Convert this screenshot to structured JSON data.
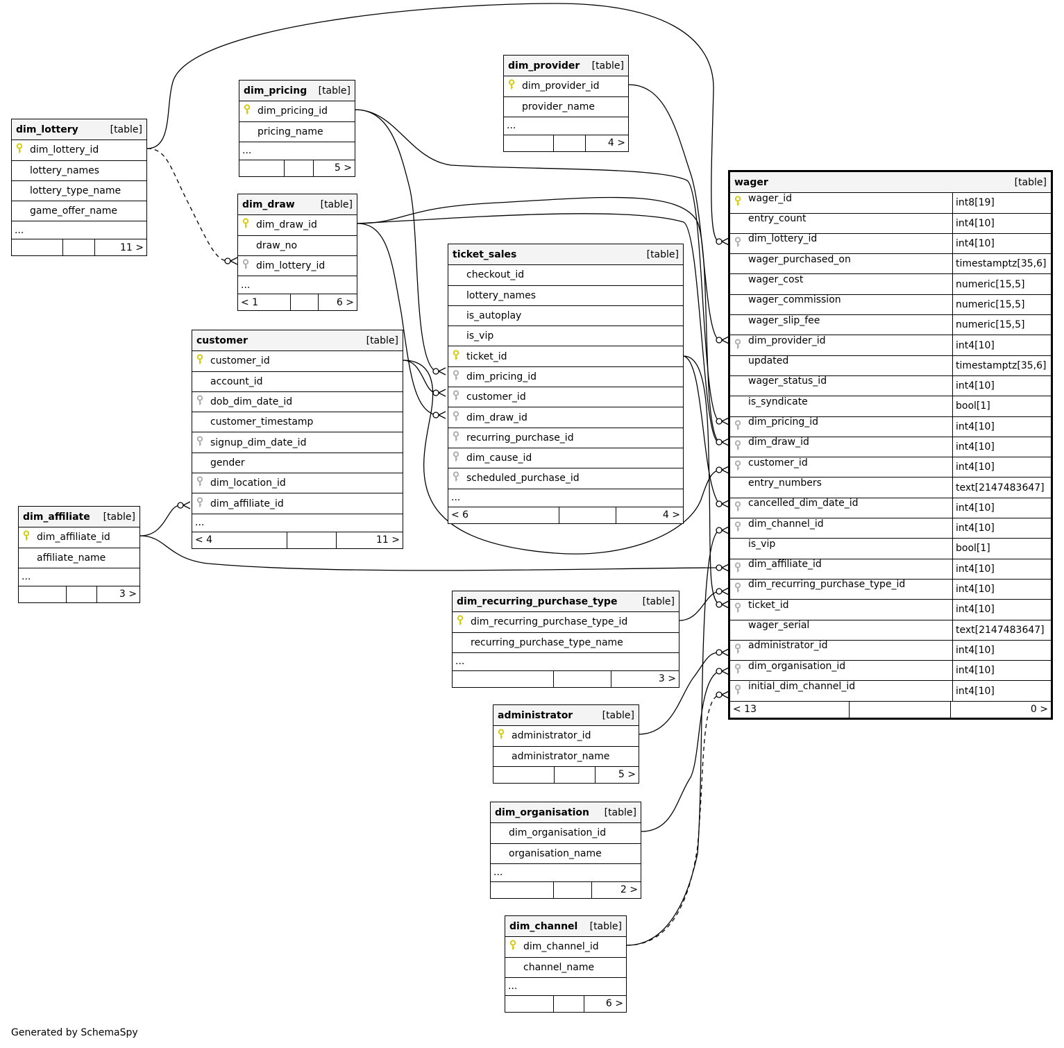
{
  "colors": {
    "pk_key": "#d4c800",
    "fk_key": "#aaaaaa",
    "header_bg": "#f4f4f4"
  },
  "footer": "Generated by SchemaSpy",
  "tables": {
    "dim_lottery": {
      "name": "dim_lottery",
      "type": "[table]",
      "columns": [
        {
          "name": "dim_lottery_id",
          "key": "pk"
        },
        {
          "name": "lottery_names",
          "key": ""
        },
        {
          "name": "lottery_type_name",
          "key": ""
        },
        {
          "name": "game_offer_name",
          "key": ""
        }
      ],
      "ellipsis": "...",
      "foot": [
        "",
        "",
        "11 >"
      ]
    },
    "dim_pricing": {
      "name": "dim_pricing",
      "type": "[table]",
      "columns": [
        {
          "name": "dim_pricing_id",
          "key": "pk"
        },
        {
          "name": "pricing_name",
          "key": ""
        }
      ],
      "ellipsis": "...",
      "foot": [
        "",
        "",
        "5 >"
      ]
    },
    "dim_draw": {
      "name": "dim_draw",
      "type": "[table]",
      "columns": [
        {
          "name": "dim_draw_id",
          "key": "pk"
        },
        {
          "name": "draw_no",
          "key": ""
        },
        {
          "name": "dim_lottery_id",
          "key": "fk"
        }
      ],
      "ellipsis": "...",
      "foot": [
        "< 1",
        "",
        "6 >"
      ]
    },
    "dim_provider": {
      "name": "dim_provider",
      "type": "[table]",
      "columns": [
        {
          "name": "dim_provider_id",
          "key": "pk"
        },
        {
          "name": "provider_name",
          "key": ""
        }
      ],
      "ellipsis": "...",
      "foot": [
        "",
        "",
        "4 >"
      ]
    },
    "ticket_sales": {
      "name": "ticket_sales",
      "type": "[table]",
      "columns": [
        {
          "name": "checkout_id",
          "key": ""
        },
        {
          "name": "lottery_names",
          "key": ""
        },
        {
          "name": "is_autoplay",
          "key": ""
        },
        {
          "name": "is_vip",
          "key": ""
        },
        {
          "name": "ticket_id",
          "key": "pk"
        },
        {
          "name": "dim_pricing_id",
          "key": "fk"
        },
        {
          "name": "customer_id",
          "key": "fk"
        },
        {
          "name": "dim_draw_id",
          "key": "fk"
        },
        {
          "name": "recurring_purchase_id",
          "key": "fk"
        },
        {
          "name": "dim_cause_id",
          "key": "fk"
        },
        {
          "name": "scheduled_purchase_id",
          "key": "fk"
        }
      ],
      "ellipsis": "...",
      "foot": [
        "< 6",
        "",
        "4 >"
      ]
    },
    "customer": {
      "name": "customer",
      "type": "[table]",
      "columns": [
        {
          "name": "customer_id",
          "key": "pk"
        },
        {
          "name": "account_id",
          "key": ""
        },
        {
          "name": "dob_dim_date_id",
          "key": "fk"
        },
        {
          "name": "customer_timestamp",
          "key": ""
        },
        {
          "name": "signup_dim_date_id",
          "key": "fk"
        },
        {
          "name": "gender",
          "key": ""
        },
        {
          "name": "dim_location_id",
          "key": "fk"
        },
        {
          "name": "dim_affiliate_id",
          "key": "fk"
        }
      ],
      "ellipsis": "...",
      "foot": [
        "< 4",
        "",
        "11 >"
      ]
    },
    "dim_affiliate": {
      "name": "dim_affiliate",
      "type": "[table]",
      "columns": [
        {
          "name": "dim_affiliate_id",
          "key": "pk"
        },
        {
          "name": "affiliate_name",
          "key": ""
        }
      ],
      "ellipsis": "...",
      "foot": [
        "",
        "",
        "3 >"
      ]
    },
    "dim_recurring_purchase_type": {
      "name": "dim_recurring_purchase_type",
      "type": "[table]",
      "columns": [
        {
          "name": "dim_recurring_purchase_type_id",
          "key": "pk"
        },
        {
          "name": "recurring_purchase_type_name",
          "key": ""
        }
      ],
      "ellipsis": "...",
      "foot": [
        "",
        "",
        "3 >"
      ]
    },
    "administrator": {
      "name": "administrator",
      "type": "[table]",
      "columns": [
        {
          "name": "administrator_id",
          "key": "pk"
        },
        {
          "name": "administrator_name",
          "key": ""
        }
      ],
      "ellipsis": "",
      "foot": [
        "",
        "",
        "5 >"
      ]
    },
    "dim_organisation": {
      "name": "dim_organisation",
      "type": "[table]",
      "columns": [
        {
          "name": "dim_organisation_id",
          "key": ""
        },
        {
          "name": "organisation_name",
          "key": ""
        }
      ],
      "ellipsis": "...",
      "foot": [
        "",
        "",
        "2 >"
      ]
    },
    "dim_channel": {
      "name": "dim_channel",
      "type": "[table]",
      "columns": [
        {
          "name": "dim_channel_id",
          "key": "pk"
        },
        {
          "name": "channel_name",
          "key": ""
        }
      ],
      "ellipsis": "...",
      "foot": [
        "",
        "",
        "6 >"
      ]
    },
    "wager": {
      "name": "wager",
      "type": "[table]",
      "columns": [
        {
          "name": "wager_id",
          "type": "int8[19]",
          "key": "pk"
        },
        {
          "name": "entry_count",
          "type": "int4[10]",
          "key": ""
        },
        {
          "name": "dim_lottery_id",
          "type": "int4[10]",
          "key": "fk"
        },
        {
          "name": "wager_purchased_on",
          "type": "timestamptz[35,6]",
          "key": ""
        },
        {
          "name": "wager_cost",
          "type": "numeric[15,5]",
          "key": ""
        },
        {
          "name": "wager_commission",
          "type": "numeric[15,5]",
          "key": ""
        },
        {
          "name": "wager_slip_fee",
          "type": "numeric[15,5]",
          "key": ""
        },
        {
          "name": "dim_provider_id",
          "type": "int4[10]",
          "key": "fk"
        },
        {
          "name": "updated",
          "type": "timestamptz[35,6]",
          "key": ""
        },
        {
          "name": "wager_status_id",
          "type": "int4[10]",
          "key": ""
        },
        {
          "name": "is_syndicate",
          "type": "bool[1]",
          "key": ""
        },
        {
          "name": "dim_pricing_id",
          "type": "int4[10]",
          "key": "fk"
        },
        {
          "name": "dim_draw_id",
          "type": "int4[10]",
          "key": "fk"
        },
        {
          "name": "customer_id",
          "type": "int4[10]",
          "key": "fk"
        },
        {
          "name": "entry_numbers",
          "type": "text[2147483647]",
          "key": ""
        },
        {
          "name": "cancelled_dim_date_id",
          "type": "int4[10]",
          "key": "fk"
        },
        {
          "name": "dim_channel_id",
          "type": "int4[10]",
          "key": "fk"
        },
        {
          "name": "is_vip",
          "type": "bool[1]",
          "key": ""
        },
        {
          "name": "dim_affiliate_id",
          "type": "int4[10]",
          "key": "fk"
        },
        {
          "name": "dim_recurring_purchase_type_id",
          "type": "int4[10]",
          "key": "fk"
        },
        {
          "name": "ticket_id",
          "type": "int4[10]",
          "key": "fk"
        },
        {
          "name": "wager_serial",
          "type": "text[2147483647]",
          "key": ""
        },
        {
          "name": "administrator_id",
          "type": "int4[10]",
          "key": "fk"
        },
        {
          "name": "dim_organisation_id",
          "type": "int4[10]",
          "key": "fk"
        },
        {
          "name": "initial_dim_channel_id",
          "type": "int4[10]",
          "key": "fk"
        }
      ],
      "ellipsis": "",
      "foot": [
        "< 13",
        "",
        "0 >"
      ]
    }
  }
}
